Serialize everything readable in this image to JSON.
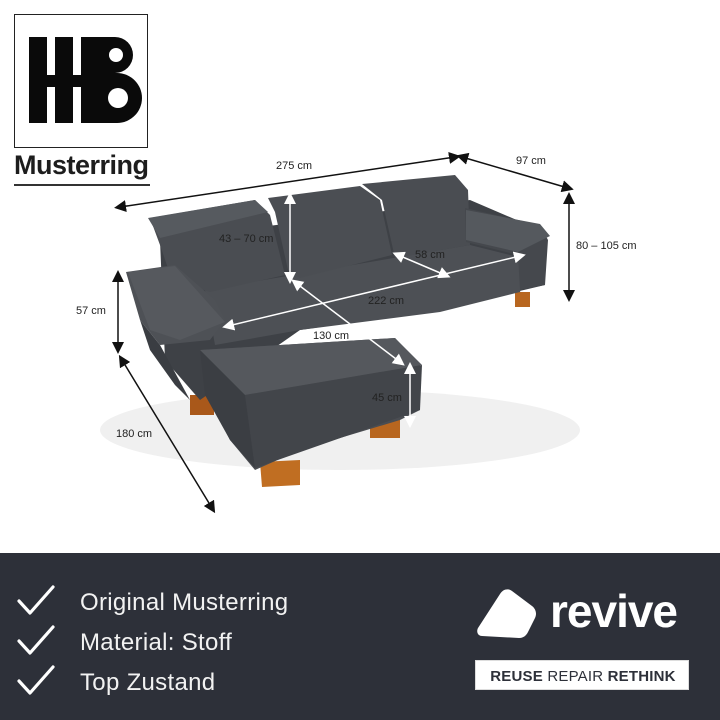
{
  "brand": {
    "name": "Musterring"
  },
  "dimensions": {
    "length_back": "275 cm",
    "depth": "97 cm",
    "height_total": "80 – 105 cm",
    "headrest": "43 – 70 cm",
    "seat_depth": "58 cm",
    "seat_width": "222 cm",
    "chaise_depth": "130 cm",
    "arm_height": "57 cm",
    "seat_height": "45 cm",
    "chaise_length": "180 cm"
  },
  "features": [
    {
      "label": "Original Musterring",
      "icon": "check-icon"
    },
    {
      "label": "Material: Stoff",
      "icon": "check-icon"
    },
    {
      "label": "Top Zustand",
      "icon": "check-icon"
    }
  ],
  "revive": {
    "wordmark": "revive",
    "tagline_reuse": "REUSE",
    "tagline_repair": "REPAIR",
    "tagline_rethink": "RETHINK"
  },
  "colors": {
    "footer_bg": "#2d3039",
    "sofa_fabric": "#4a4d52",
    "feet_wood": "#b8661f"
  }
}
